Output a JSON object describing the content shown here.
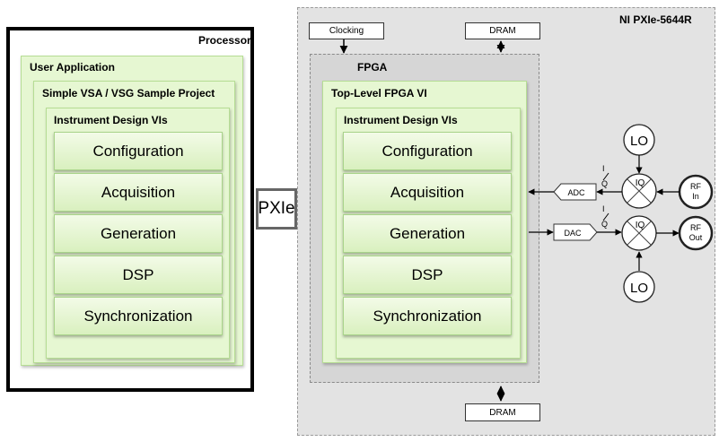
{
  "processor": {
    "title": "Processor",
    "user_application": "User Application",
    "sample_project": "Simple VSA / VSG Sample Project",
    "instrument_design": "Instrument Design VIs",
    "vis": [
      "Configuration",
      "Acquisition",
      "Generation",
      "DSP",
      "Synchronization"
    ]
  },
  "bus": "PXIe",
  "chassis": {
    "title": "NI PXIe-5644R",
    "clocking": "Clocking",
    "dram_top": "DRAM",
    "dram_bottom": "DRAM",
    "fpga": "FPGA",
    "top_level": "Top-Level FPGA VI",
    "instrument_design": "Instrument Design VIs",
    "vis": [
      "Configuration",
      "Acquisition",
      "Generation",
      "DSP",
      "Synchronization"
    ]
  },
  "rf": {
    "adc": "ADC",
    "dac": "DAC",
    "lo_top": "LO",
    "lo_bottom": "LO",
    "mixer_top": "IQ",
    "mixer_bottom": "IQ",
    "iq_top_i": "I",
    "iq_top_q": "Q",
    "iq_bottom_i": "I",
    "iq_bottom_q": "Q",
    "rf_in_line1": "RF",
    "rf_in_line2": "In",
    "rf_out_line1": "RF",
    "rf_out_line2": "Out"
  }
}
